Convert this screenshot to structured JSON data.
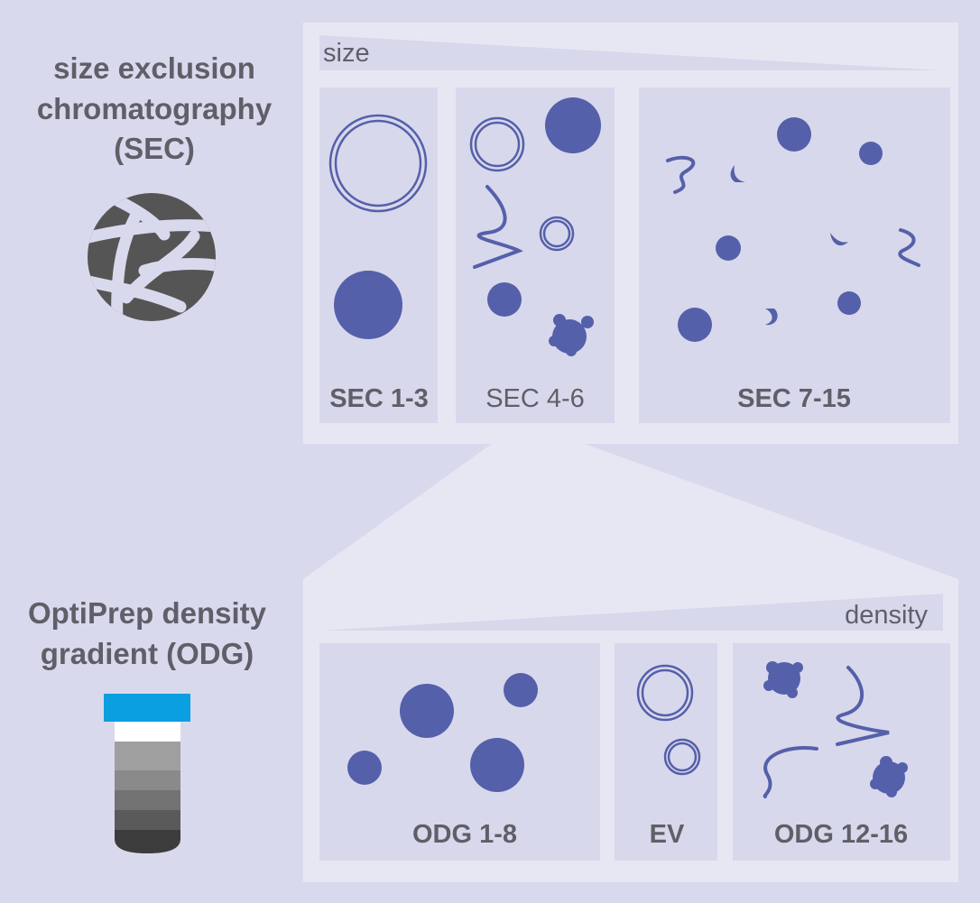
{
  "sec": {
    "title_lines": [
      "size exclusion",
      "chromatography",
      "(SEC)"
    ],
    "axis_label": "size",
    "fractions": [
      {
        "label": "SEC 1-3",
        "bold": true
      },
      {
        "label": "SEC 4-6",
        "bold": false
      },
      {
        "label": "SEC 7-15",
        "bold": true
      }
    ]
  },
  "odg": {
    "title_lines": [
      "OptiPrep density",
      "gradient (ODG)"
    ],
    "axis_label": "density",
    "fractions": [
      {
        "label": "ODG 1-8",
        "bold": true
      },
      {
        "label": "EV",
        "bold": true
      },
      {
        "label": "ODG 12-16",
        "bold": true
      }
    ]
  },
  "colors": {
    "background": "#d9d9ee",
    "panel": "#e7e7f4",
    "fraction_box": "#d8d8ec",
    "particle": "#5560aa",
    "text": "#5f5f68",
    "column_icon": "#555555",
    "tube_cap": "#0a9fe0"
  },
  "icons": {
    "sec_column": "porous-bead-icon",
    "odg_tube": "density-gradient-tube-icon"
  }
}
